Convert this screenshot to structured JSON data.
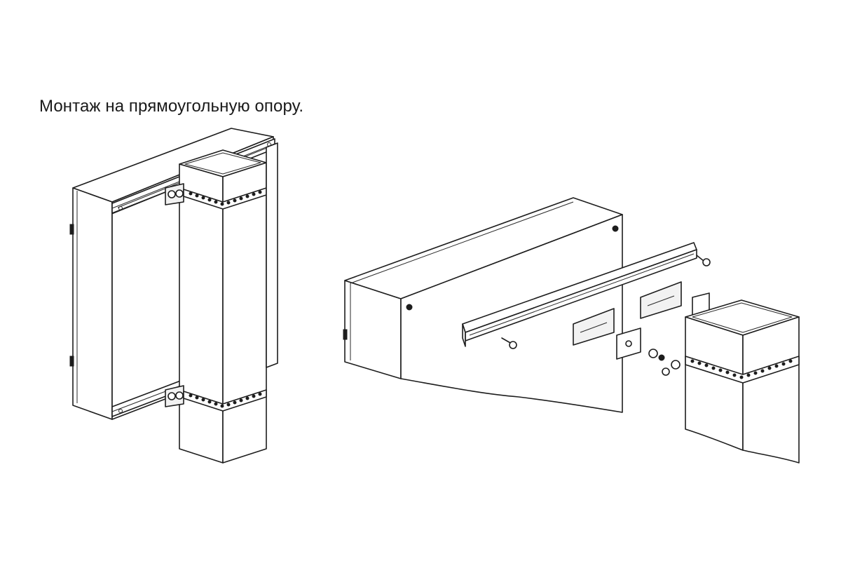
{
  "caption": "Монтаж на прямоугольную опору.",
  "figures": [
    {
      "name": "assembled-view"
    },
    {
      "name": "exploded-view"
    }
  ]
}
